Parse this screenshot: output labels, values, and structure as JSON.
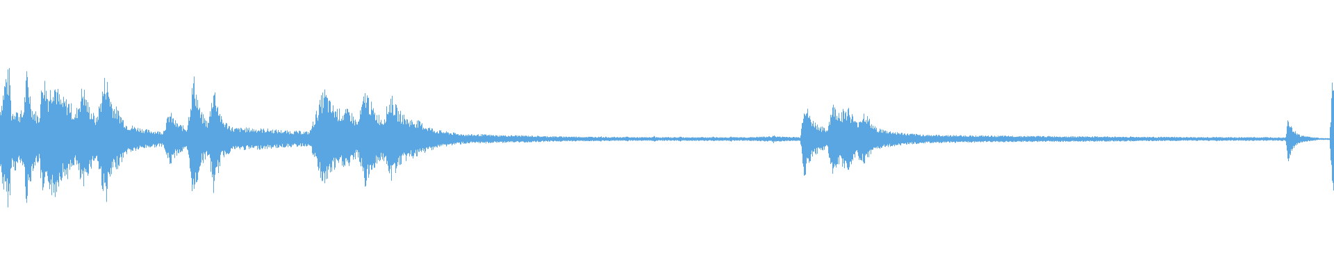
{
  "waveform": {
    "color": "#5aa6e2",
    "background": "#ffffff",
    "duration": 1.0,
    "envelope": [
      [
        0.0,
        0.36
      ],
      [
        0.004,
        0.72
      ],
      [
        0.008,
        0.3
      ],
      [
        0.013,
        0.3
      ],
      [
        0.0075,
        0.75
      ],
      [
        0.012,
        0.36
      ],
      [
        0.017,
        0.3
      ],
      [
        0.02,
        0.75
      ],
      [
        0.024,
        0.35
      ],
      [
        0.029,
        0.25
      ],
      [
        0.032,
        0.74
      ],
      [
        0.036,
        0.5
      ],
      [
        0.04,
        0.7
      ],
      [
        0.045,
        0.45
      ],
      [
        0.052,
        0.42
      ],
      [
        0.056,
        0.26
      ],
      [
        0.062,
        0.6
      ],
      [
        0.066,
        0.38
      ],
      [
        0.072,
        0.22
      ],
      [
        0.079,
        0.72
      ],
      [
        0.084,
        0.4
      ],
      [
        0.09,
        0.28
      ],
      [
        0.095,
        0.16
      ],
      [
        0.11,
        0.1
      ],
      [
        0.122,
        0.08
      ],
      [
        0.127,
        0.3
      ],
      [
        0.132,
        0.18
      ],
      [
        0.14,
        0.12
      ],
      [
        0.145,
        0.7
      ],
      [
        0.15,
        0.3
      ],
      [
        0.156,
        0.18
      ],
      [
        0.16,
        0.6
      ],
      [
        0.166,
        0.22
      ],
      [
        0.175,
        0.12
      ],
      [
        0.185,
        0.12
      ],
      [
        0.2,
        0.11
      ],
      [
        0.215,
        0.09
      ],
      [
        0.232,
        0.08
      ],
      [
        0.243,
        0.55
      ],
      [
        0.248,
        0.38
      ],
      [
        0.256,
        0.3
      ],
      [
        0.262,
        0.32
      ],
      [
        0.268,
        0.18
      ],
      [
        0.274,
        0.55
      ],
      [
        0.28,
        0.32
      ],
      [
        0.287,
        0.22
      ],
      [
        0.293,
        0.48
      ],
      [
        0.298,
        0.32
      ],
      [
        0.306,
        0.22
      ],
      [
        0.313,
        0.2
      ],
      [
        0.32,
        0.14
      ],
      [
        0.327,
        0.1
      ],
      [
        0.335,
        0.08
      ],
      [
        0.343,
        0.06
      ],
      [
        0.352,
        0.05
      ],
      [
        0.362,
        0.05
      ],
      [
        0.375,
        0.04
      ],
      [
        0.39,
        0.04
      ],
      [
        0.41,
        0.03
      ],
      [
        0.44,
        0.025
      ],
      [
        0.48,
        0.02
      ],
      [
        0.52,
        0.02
      ],
      [
        0.56,
        0.02
      ],
      [
        0.58,
        0.03
      ],
      [
        0.6,
        0.02
      ],
      [
        0.603,
        0.42
      ],
      [
        0.608,
        0.22
      ],
      [
        0.615,
        0.14
      ],
      [
        0.62,
        0.1
      ],
      [
        0.624,
        0.38
      ],
      [
        0.63,
        0.3
      ],
      [
        0.636,
        0.35
      ],
      [
        0.642,
        0.18
      ],
      [
        0.648,
        0.3
      ],
      [
        0.655,
        0.14
      ],
      [
        0.662,
        0.1
      ],
      [
        0.67,
        0.08
      ],
      [
        0.68,
        0.06
      ],
      [
        0.69,
        0.05
      ],
      [
        0.7,
        0.045
      ],
      [
        0.72,
        0.04
      ],
      [
        0.75,
        0.035
      ],
      [
        0.8,
        0.03
      ],
      [
        0.85,
        0.025
      ],
      [
        0.9,
        0.02
      ],
      [
        0.95,
        0.02
      ],
      [
        0.964,
        0.02
      ],
      [
        0.966,
        0.26
      ],
      [
        0.97,
        0.1
      ],
      [
        0.975,
        0.04
      ],
      [
        0.99,
        0.01
      ],
      [
        0.997,
        0.01
      ],
      [
        0.999,
        0.62
      ],
      [
        1.0,
        0.62
      ]
    ],
    "lobes": [
      [
        0.345,
        0.06
      ],
      [
        0.354,
        0.05
      ],
      [
        0.365,
        0.045
      ],
      [
        0.377,
        0.05
      ],
      [
        0.387,
        0.045
      ],
      [
        0.398,
        0.035
      ],
      [
        0.41,
        0.035
      ],
      [
        0.425,
        0.03
      ],
      [
        0.45,
        0.035
      ],
      [
        0.47,
        0.03
      ],
      [
        0.49,
        0.035
      ],
      [
        0.51,
        0.03
      ],
      [
        0.535,
        0.03
      ],
      [
        0.548,
        0.03
      ],
      [
        0.58,
        0.045
      ],
      [
        0.668,
        0.07
      ],
      [
        0.684,
        0.06
      ],
      [
        0.7,
        0.05
      ],
      [
        0.716,
        0.045
      ],
      [
        0.733,
        0.04
      ],
      [
        0.752,
        0.04
      ],
      [
        0.772,
        0.035
      ],
      [
        0.795,
        0.035
      ],
      [
        0.82,
        0.03
      ],
      [
        0.848,
        0.03
      ],
      [
        0.88,
        0.03
      ],
      [
        0.912,
        0.028
      ],
      [
        0.94,
        0.025
      ]
    ]
  }
}
